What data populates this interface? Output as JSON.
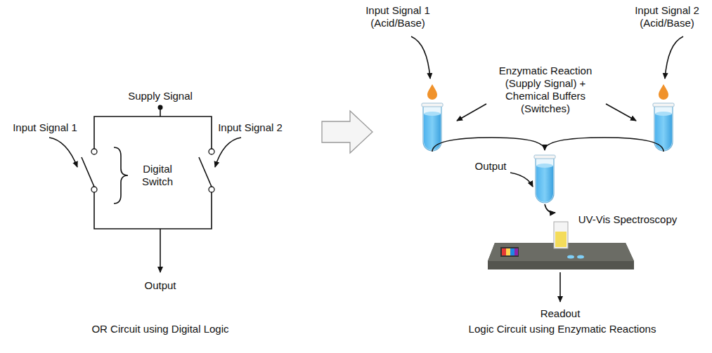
{
  "diagram": {
    "labels": [
      "Supply Signal",
      "Input Signal 1",
      "Digital Switch",
      "Input Signal 2",
      "Output",
      "OR Circuit using Digital Logic",
      "Input Signal 1 (Acid/Base)",
      "Input Signal 2 (Acid/Base)",
      "Enzymatic Reaction (Supply Signal) + Chemical Buffers (Switches)",
      "Output",
      "UV-Vis Spectroscopy",
      "Readout",
      "Logic Circuit using Enzymatic Reactions"
    ]
  }
}
